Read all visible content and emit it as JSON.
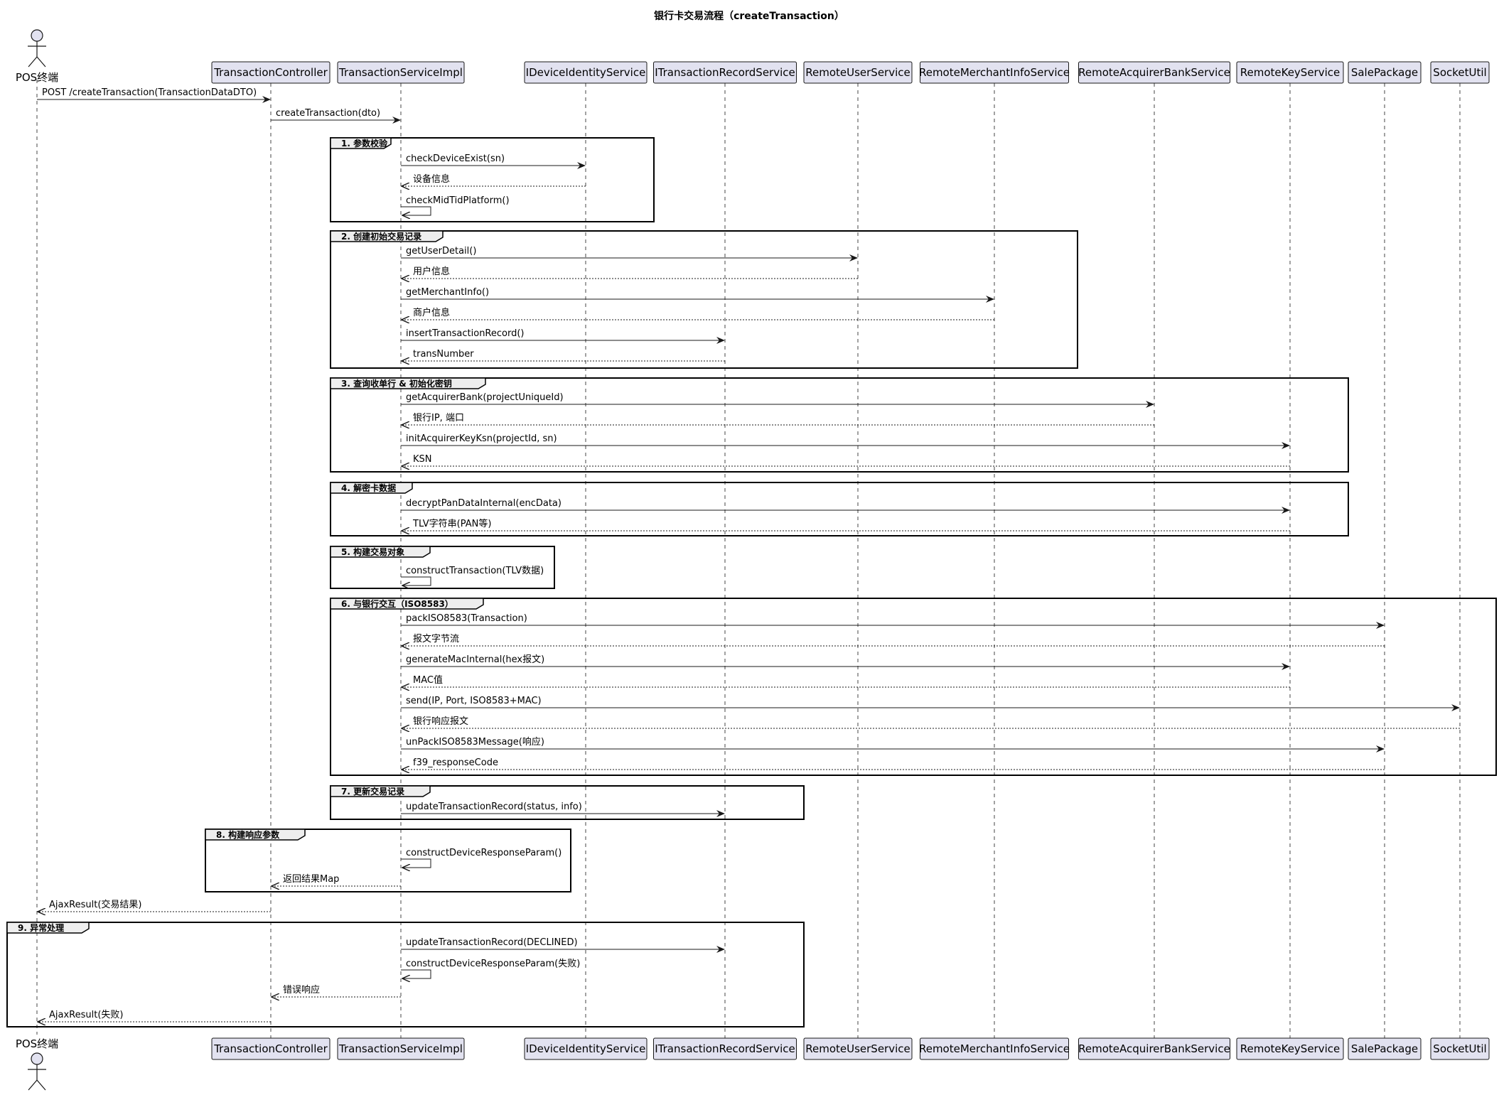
{
  "title": "银行卡交易流程（createTransaction）",
  "participants": [
    {
      "id": "pos",
      "label": "POS终端",
      "kind": "actor"
    },
    {
      "id": "tc",
      "label": "TransactionController",
      "kind": "participant"
    },
    {
      "id": "tsi",
      "label": "TransactionServiceImpl",
      "kind": "participant"
    },
    {
      "id": "ids",
      "label": "IDeviceIdentityService",
      "kind": "participant"
    },
    {
      "id": "itrs",
      "label": "ITransactionRecordService",
      "kind": "participant"
    },
    {
      "id": "rus",
      "label": "RemoteUserService",
      "kind": "participant"
    },
    {
      "id": "rmis",
      "label": "RemoteMerchantInfoService",
      "kind": "participant"
    },
    {
      "id": "rabs",
      "label": "RemoteAcquirerBankService",
      "kind": "participant"
    },
    {
      "id": "rks",
      "label": "RemoteKeyService",
      "kind": "participant"
    },
    {
      "id": "sp",
      "label": "SalePackage",
      "kind": "participant"
    },
    {
      "id": "su",
      "label": "SocketUtil",
      "kind": "participant"
    }
  ],
  "groups": [
    {
      "label": "1. 参数校验",
      "from": "tsi",
      "to": "ids"
    },
    {
      "label": "2. 创建初始交易记录",
      "from": "tsi",
      "to": "rmis"
    },
    {
      "label": "3. 查询收单行 & 初始化密钥",
      "from": "tsi",
      "to": "rks"
    },
    {
      "label": "4. 解密卡数据",
      "from": "tsi",
      "to": "rks"
    },
    {
      "label": "5. 构建交易对象",
      "from": "tsi",
      "to": "tsi"
    },
    {
      "label": "6. 与银行交互（ISO8583）",
      "from": "tsi",
      "to": "su"
    },
    {
      "label": "7. 更新交易记录",
      "from": "tsi",
      "to": "itrs"
    },
    {
      "label": "8. 构建响应参数",
      "from": "tc",
      "to": "tsi"
    },
    {
      "label": "9. 异常处理",
      "from": "pos",
      "to": "itrs"
    }
  ],
  "messages": [
    {
      "from": "pos",
      "to": "tc",
      "label": "POST /createTransaction(TransactionDataDTO)",
      "type": "sync"
    },
    {
      "from": "tc",
      "to": "tsi",
      "label": "createTransaction(dto)",
      "type": "sync"
    },
    {
      "from": "tsi",
      "to": "ids",
      "label": "checkDeviceExist(sn)",
      "type": "sync",
      "group": 0
    },
    {
      "from": "ids",
      "to": "tsi",
      "label": "设备信息",
      "type": "return",
      "group": 0
    },
    {
      "from": "tsi",
      "to": "tsi",
      "label": "checkMidTidPlatform()",
      "type": "self",
      "group": 0
    },
    {
      "from": "tsi",
      "to": "rus",
      "label": "getUserDetail()",
      "type": "sync",
      "group": 1
    },
    {
      "from": "rus",
      "to": "tsi",
      "label": "用户信息",
      "type": "return",
      "group": 1
    },
    {
      "from": "tsi",
      "to": "rmis",
      "label": "getMerchantInfo()",
      "type": "sync",
      "group": 1
    },
    {
      "from": "rmis",
      "to": "tsi",
      "label": "商户信息",
      "type": "return",
      "group": 1
    },
    {
      "from": "tsi",
      "to": "itrs",
      "label": "insertTransactionRecord()",
      "type": "sync",
      "group": 1
    },
    {
      "from": "itrs",
      "to": "tsi",
      "label": "transNumber",
      "type": "return",
      "group": 1
    },
    {
      "from": "tsi",
      "to": "rabs",
      "label": "getAcquirerBank(projectUniqueId)",
      "type": "sync",
      "group": 2
    },
    {
      "from": "rabs",
      "to": "tsi",
      "label": "银行IP, 端口",
      "type": "return",
      "group": 2
    },
    {
      "from": "tsi",
      "to": "rks",
      "label": "initAcquirerKeyKsn(projectId, sn)",
      "type": "sync",
      "group": 2
    },
    {
      "from": "rks",
      "to": "tsi",
      "label": "KSN",
      "type": "return",
      "group": 2
    },
    {
      "from": "tsi",
      "to": "rks",
      "label": "decryptPanDataInternal(encData)",
      "type": "sync",
      "group": 3
    },
    {
      "from": "rks",
      "to": "tsi",
      "label": "TLV字符串(PAN等)",
      "type": "return",
      "group": 3
    },
    {
      "from": "tsi",
      "to": "tsi",
      "label": "constructTransaction(TLV数据)",
      "type": "self",
      "group": 4
    },
    {
      "from": "tsi",
      "to": "sp",
      "label": "packISO8583(Transaction)",
      "type": "sync",
      "group": 5
    },
    {
      "from": "sp",
      "to": "tsi",
      "label": "报文字节流",
      "type": "return",
      "group": 5
    },
    {
      "from": "tsi",
      "to": "rks",
      "label": "generateMacInternal(hex报文)",
      "type": "sync",
      "group": 5
    },
    {
      "from": "rks",
      "to": "tsi",
      "label": "MAC值",
      "type": "return",
      "group": 5
    },
    {
      "from": "tsi",
      "to": "su",
      "label": "send(IP, Port, ISO8583+MAC)",
      "type": "sync",
      "group": 5
    },
    {
      "from": "su",
      "to": "tsi",
      "label": "银行响应报文",
      "type": "return",
      "group": 5
    },
    {
      "from": "tsi",
      "to": "sp",
      "label": "unPackISO8583Message(响应)",
      "type": "sync",
      "group": 5
    },
    {
      "from": "sp",
      "to": "tsi",
      "label": "f39_responseCode",
      "type": "return",
      "group": 5
    },
    {
      "from": "tsi",
      "to": "itrs",
      "label": "updateTransactionRecord(status, info)",
      "type": "sync",
      "group": 6
    },
    {
      "from": "tsi",
      "to": "tsi",
      "label": "constructDeviceResponseParam()",
      "type": "self",
      "group": 7
    },
    {
      "from": "tsi",
      "to": "tc",
      "label": "返回结果Map",
      "type": "return",
      "group": 7
    },
    {
      "from": "tc",
      "to": "pos",
      "label": "AjaxResult(交易结果)",
      "type": "return"
    },
    {
      "from": "tsi",
      "to": "itrs",
      "label": "updateTransactionRecord(DECLINED)",
      "type": "sync",
      "group": 8
    },
    {
      "from": "tsi",
      "to": "tsi",
      "label": "constructDeviceResponseParam(失败)",
      "type": "self",
      "group": 8
    },
    {
      "from": "tsi",
      "to": "tc",
      "label": "错误响应",
      "type": "return",
      "group": 8
    },
    {
      "from": "tc",
      "to": "pos",
      "label": "AjaxResult(失败)",
      "type": "return",
      "group": 8
    }
  ]
}
